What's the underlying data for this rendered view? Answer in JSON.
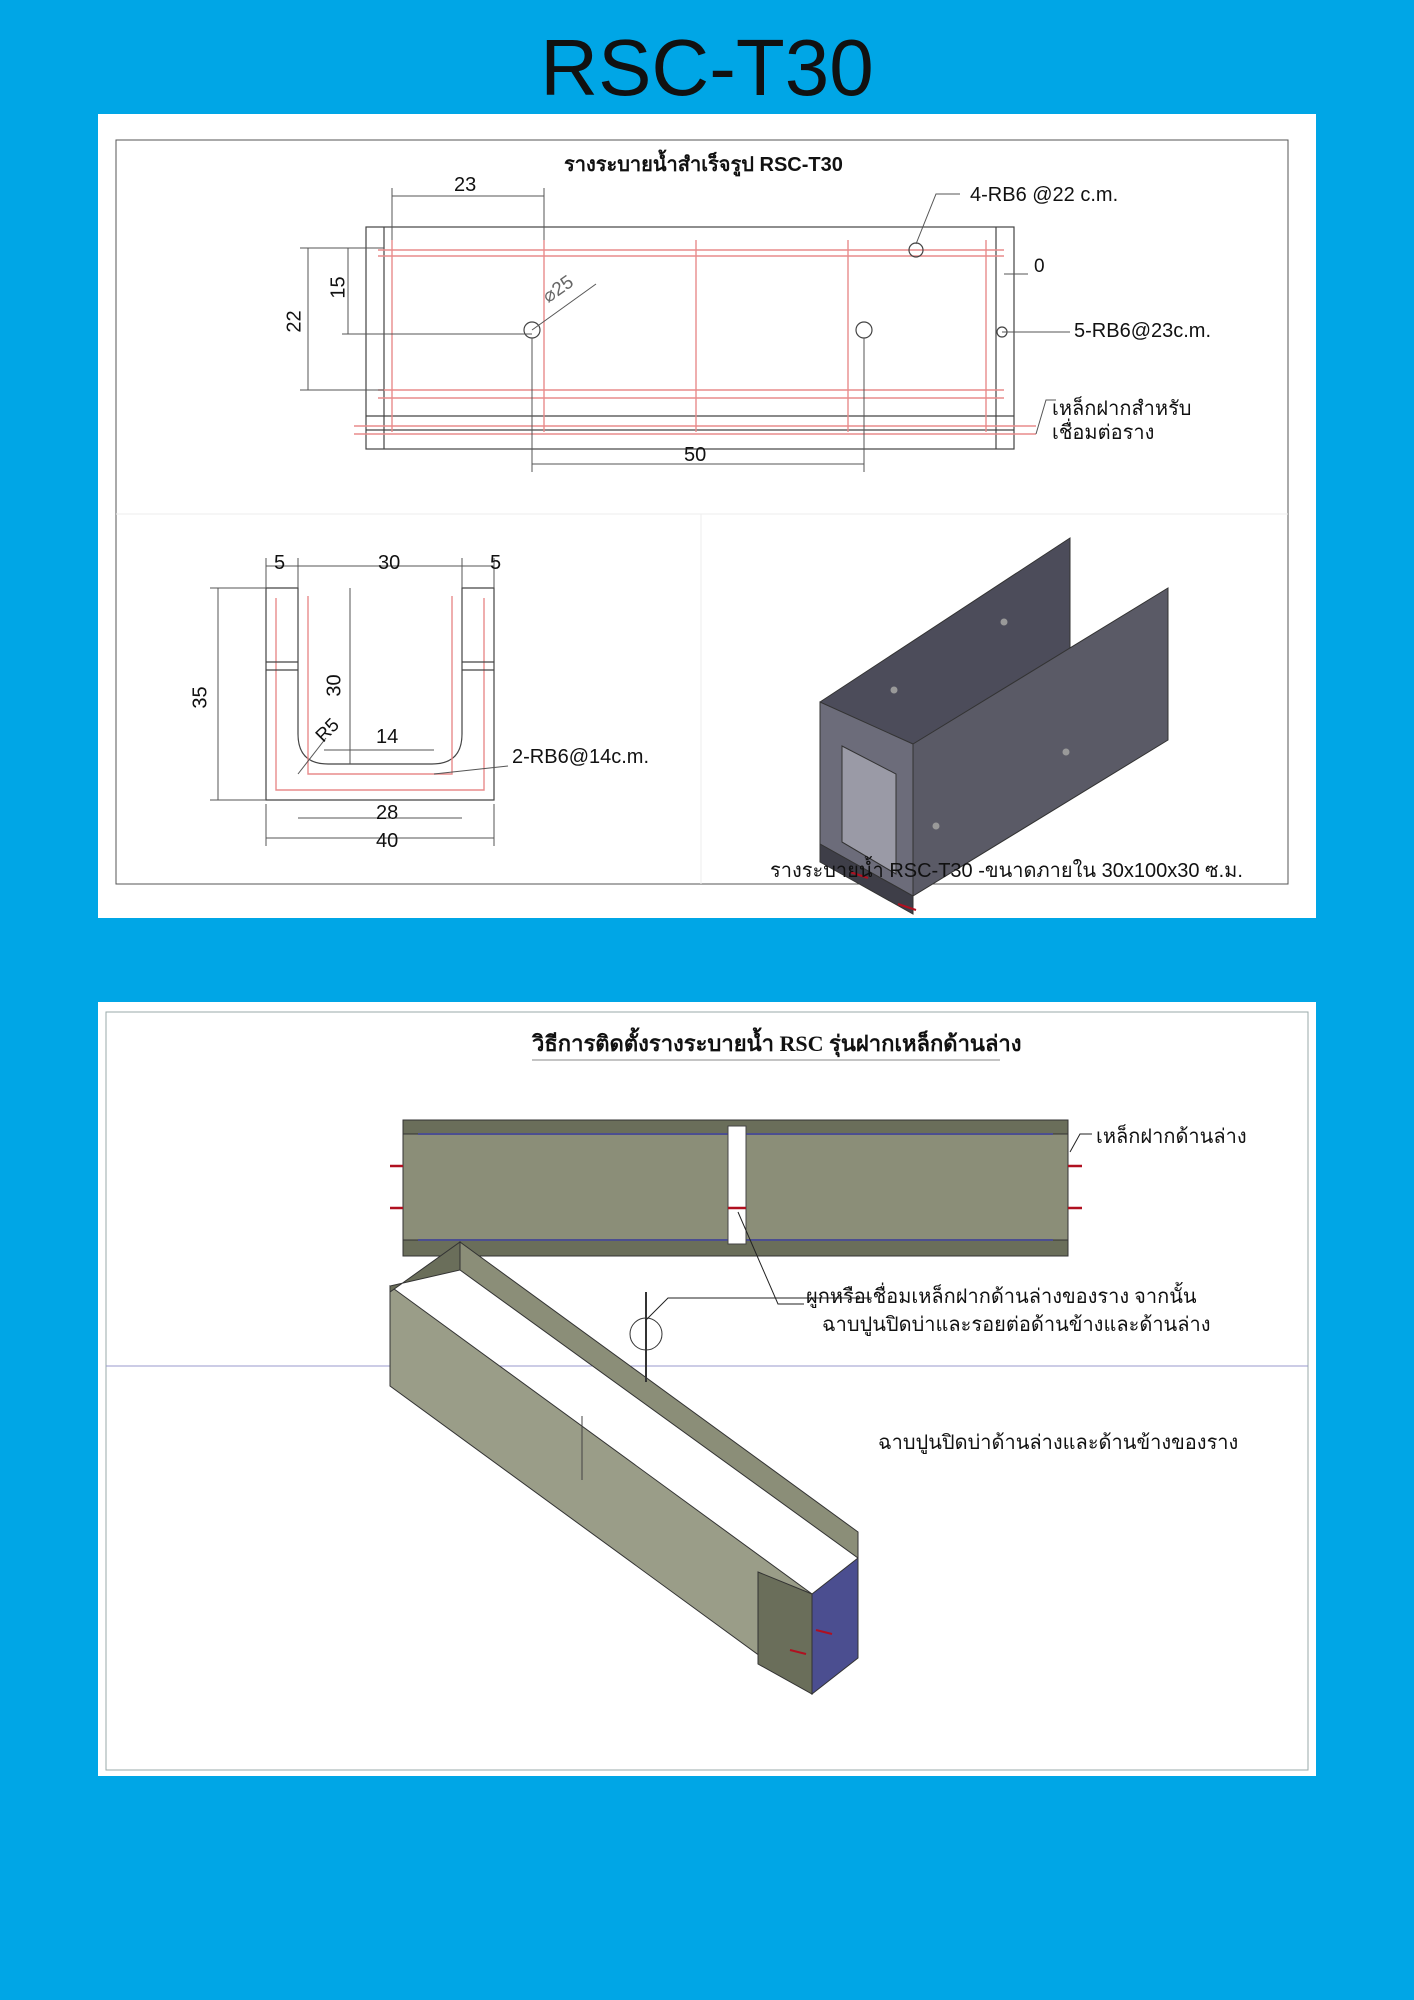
{
  "page": {
    "title": "RSC-T30",
    "background": "#00a6e6"
  },
  "plan": {
    "title": "รางระบายน้ำสำเร็จรูป RSC-T30",
    "dim_top": "23",
    "dim_left_inner": "15",
    "dim_left_outer": "22",
    "dim_bottom": "50",
    "dim_right": "0",
    "hole_dia": "⌀25",
    "callout_top_bars": "4-RB6 @22 c.m.",
    "callout_stirrups": "5-RB6@23c.m.",
    "callout_plate_1": "เหล็กฝากสำหรับ",
    "callout_plate_2": "เชื่อมต่อราง"
  },
  "section": {
    "dim_wall_left": "5",
    "dim_inner_width": "30",
    "dim_wall_right": "5",
    "dim_height": "35",
    "dim_inner_height": "30",
    "radius": "R5",
    "dim_bottom_bar": "14",
    "dim_base_inner": "28",
    "dim_base_outer": "40",
    "callout_bars": "2-RB6@14c.m."
  },
  "iso_caption": "รางระบายน้ำ RSC-T30 -ขนาดภายใน 30x100x30 ซ.ม.",
  "install": {
    "title": "วิธีการติดตั้งรางระบายน้ำ RSC รุ่นฝากเหล็กด้านล่าง",
    "callout_plate": "เหล็กฝากด้านล่าง",
    "note_1": "ผูกหรือเชื่อมเหล็กฝากด้านล่างของราง จากนั้น",
    "note_2": "ฉาบปูนปิดบ่าและรอยต่อด้านข้างและด้านล่าง",
    "note_3": "ฉาบปูนปิดบ่าด้านล่างและด้านข้างของราง"
  },
  "colors": {
    "concrete_dark": "#5a5a66",
    "concrete_olive": "#8b8e78",
    "rebar": "#e88b8b",
    "steel_tab": "#b01020"
  }
}
